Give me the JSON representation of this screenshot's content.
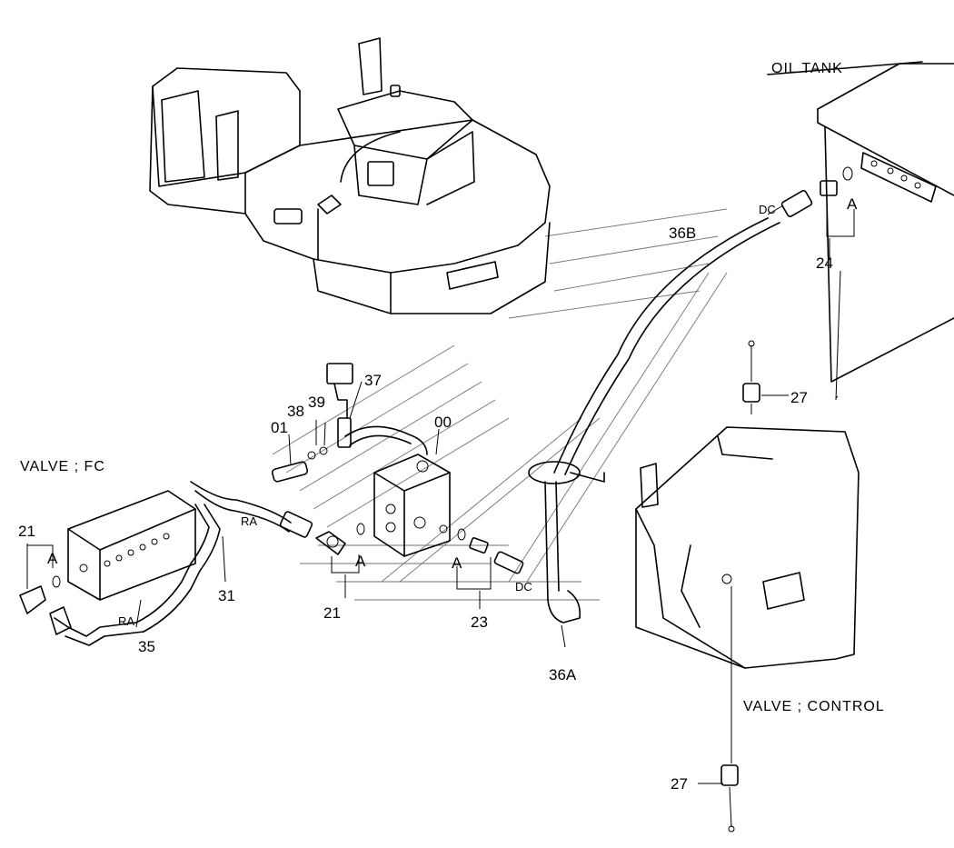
{
  "annotations": {
    "oil_tank": "OIL TANK",
    "valve_fc": "VALVE ; FC",
    "valve_control": "VALVE ; CONTROL"
  },
  "parts": {
    "p00": "00",
    "p01": "01",
    "p21_left": "21",
    "p21_mid": "21",
    "p23": "23",
    "p24": "24",
    "p27_top": "27",
    "p27_bottom": "27",
    "p31": "31",
    "p35": "35",
    "p36A": "36A",
    "p36B": "36B",
    "p37": "37",
    "p38": "38",
    "p39": "39"
  },
  "markers": {
    "a_left": "A",
    "a_mid": "A",
    "a_23": "A",
    "a_tank": "A",
    "dc_top": "DC",
    "dc_low": "DC",
    "ra_31": "RA",
    "ra_35": "RA"
  }
}
